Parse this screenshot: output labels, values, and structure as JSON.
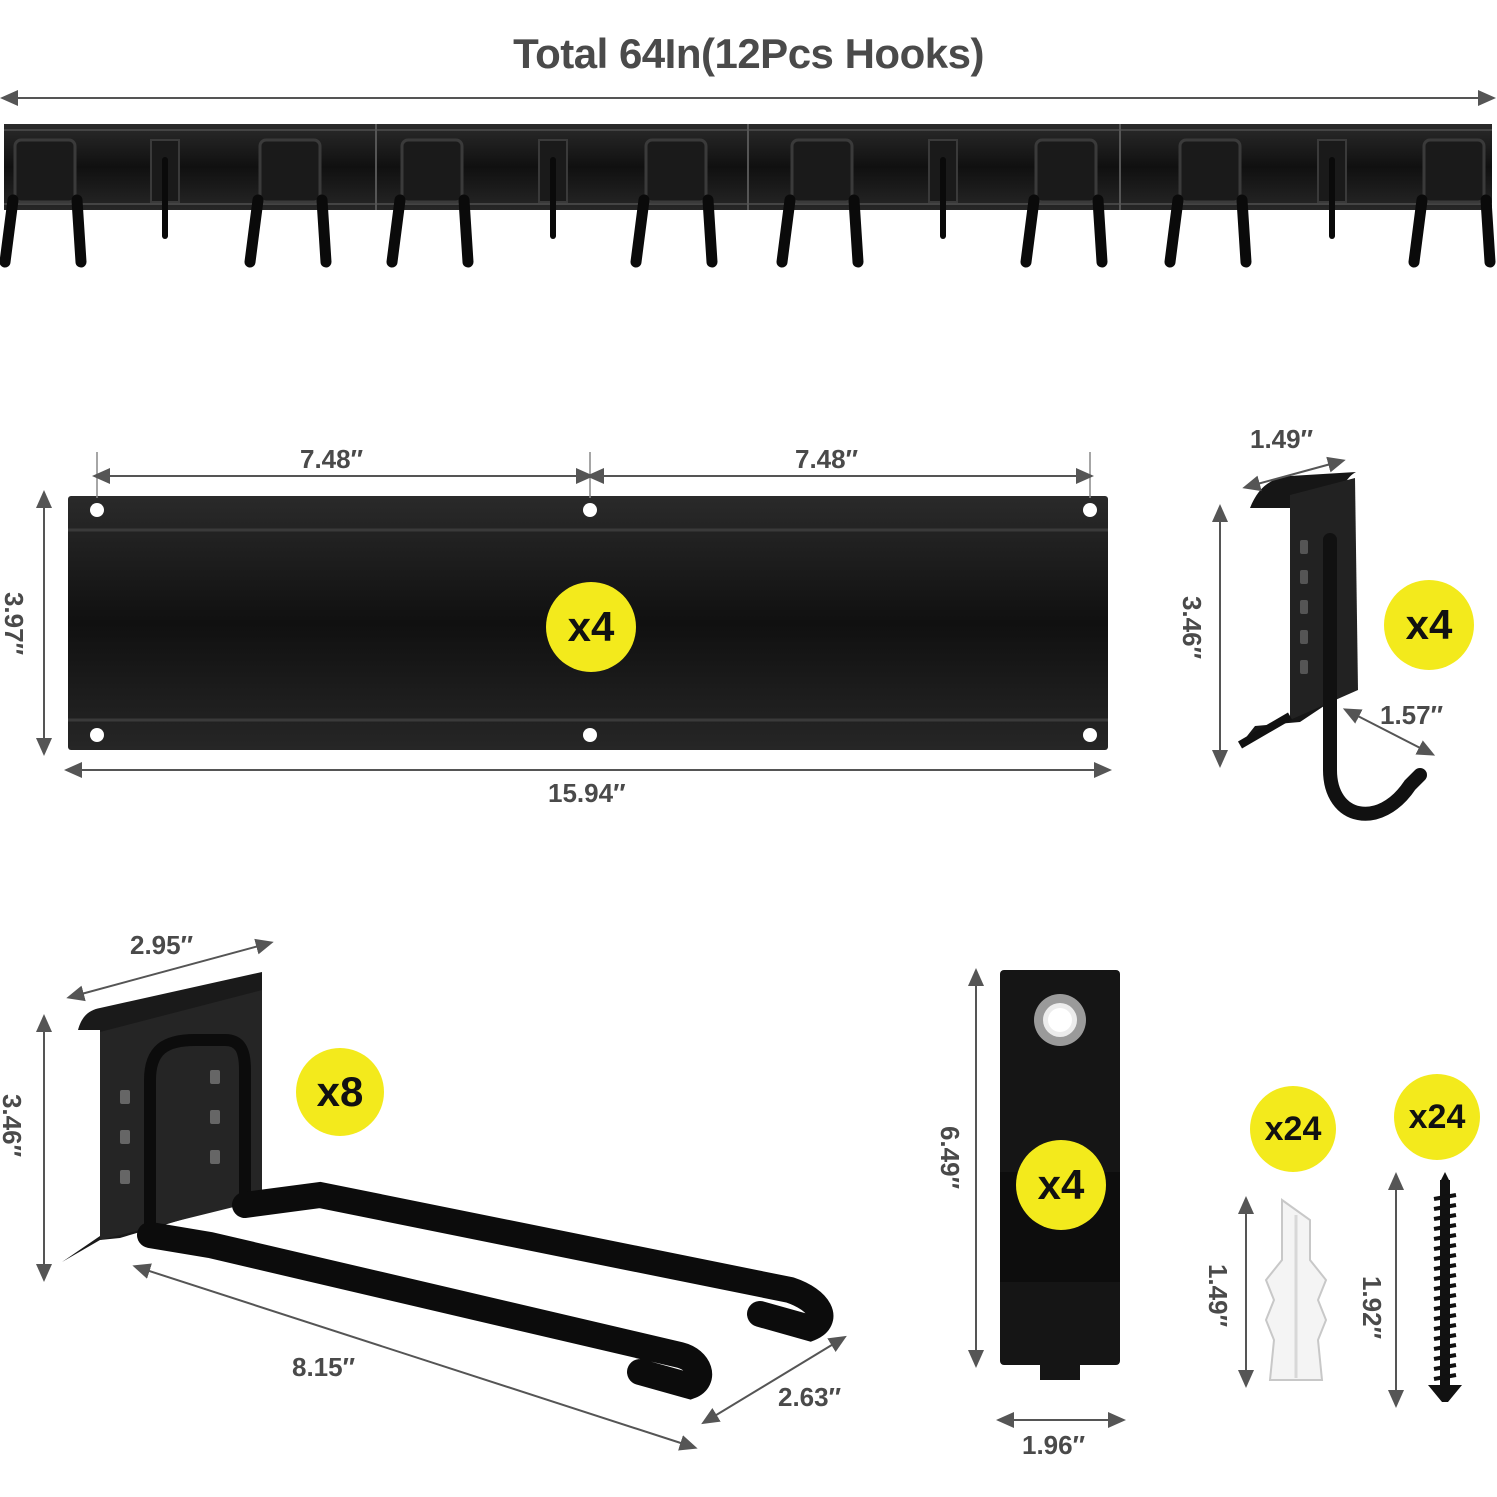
{
  "title": "Total 64In(12Pcs Hooks)",
  "rail": {
    "width_top_left": "7.48″",
    "width_top_right": "7.48″",
    "height": "3.97″",
    "length": "15.94″",
    "qty": "x4"
  },
  "j_hook": {
    "width": "1.49″",
    "height": "3.46″",
    "depth": "1.57″",
    "qty": "x4"
  },
  "double_hook": {
    "width": "2.95″",
    "height": "3.46″",
    "length": "8.15″",
    "spread": "2.63″",
    "qty": "x8"
  },
  "strap": {
    "height": "6.49″",
    "width": "1.96″",
    "qty": "x4"
  },
  "anchor": {
    "height": "1.49″",
    "qty": "x24"
  },
  "screw": {
    "height": "1.92″",
    "qty": "x24"
  },
  "colors": {
    "badge": "#f3ea1c",
    "metal": "#1b1b1b",
    "dimension": "#4a4a4a"
  }
}
